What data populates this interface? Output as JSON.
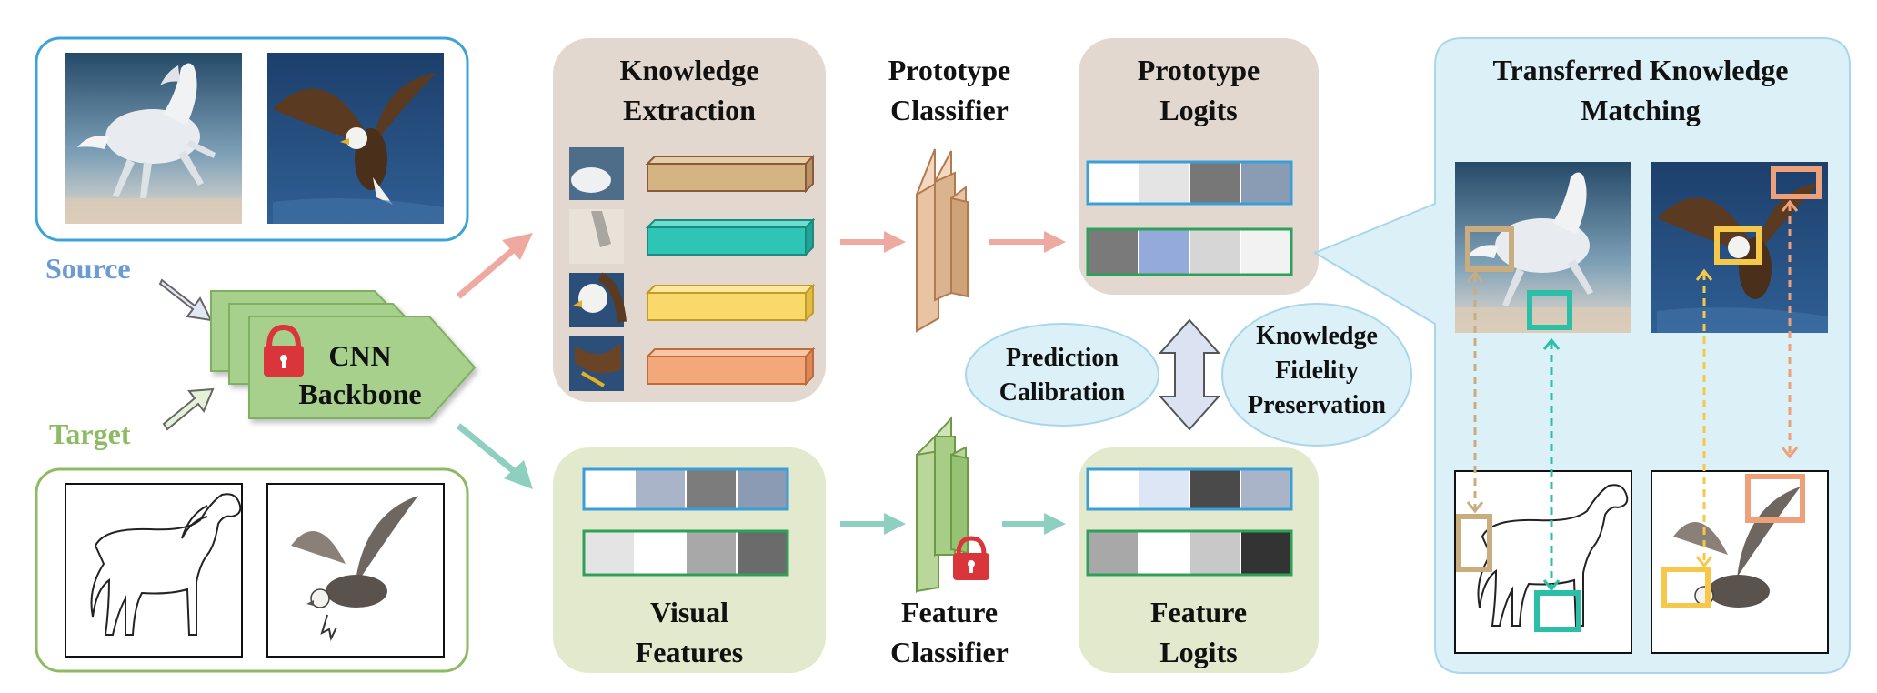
{
  "labels": {
    "source": "Source",
    "target": "Target",
    "backbone_line1": "CNN",
    "backbone_line2": "Backbone",
    "knowledge_extraction_line1": "Knowledge",
    "knowledge_extraction_line2": "Extraction",
    "prototype_classifier_line1": "Prototype",
    "prototype_classifier_line2": "Classifier",
    "prototype_logits_line1": "Prototype",
    "prototype_logits_line2": "Logits",
    "visual_features_line1": "Visual",
    "visual_features_line2": "Features",
    "feature_classifier_line1": "Feature",
    "feature_classifier_line2": "Classifier",
    "feature_logits_line1": "Feature",
    "feature_logits_line2": "Logits",
    "prediction_calibration_line1": "Prediction",
    "prediction_calibration_line2": "Calibration",
    "knowledge_fidelity_line1": "Knowledge",
    "knowledge_fidelity_line2": "Fidelity",
    "knowledge_fidelity_line3": "Preservation",
    "transferred_line1": "Transferred Knowledge",
    "transferred_line2": "Matching"
  },
  "colors": {
    "source_blue": "#6b9bd2",
    "target_green": "#8dbb63",
    "brown_panel": "#e2d8cf",
    "green_panel": "#e3e9cc",
    "light_blue_panel": "#dcf0f7",
    "backbone_green": "#a8d08d",
    "arrow_pink": "#eeaaa0",
    "arrow_teal": "#8fcfbf",
    "bar_tan": "#d4b483",
    "bar_teal": "#2fc5b4",
    "bar_yellow": "#f9d96a",
    "bar_orange": "#f2a878",
    "proto_border": "#3a9fd8",
    "feat_border": "#2fa05a",
    "box_tan": "#c9ad7f",
    "box_teal": "#2bbfa8",
    "box_yellow": "#f5c84a",
    "box_orange": "#eea07a"
  },
  "icons": {
    "lock_backbone": "lock-icon",
    "lock_classifier": "lock-icon",
    "bidirectional": "double-arrow-icon"
  },
  "logit_cells": {
    "prototype_row1": [
      "#ffffff",
      "#e4e4e4",
      "#777777",
      "#8a9bb4"
    ],
    "prototype_row2": [
      "#7a7a7a",
      "#94aadb",
      "#d6d6d6",
      "#f2f2f2"
    ],
    "visual_row1": [
      "#ffffff",
      "#a9b4c8",
      "#7c7c7c",
      "#8c9bb4"
    ],
    "visual_row2": [
      "#e4e4e4",
      "#ffffff",
      "#a8a8a8",
      "#6b6b6b"
    ],
    "feature_row1": [
      "#ffffff",
      "#dde6f5",
      "#4a4a4a",
      "#a9b4c8"
    ],
    "feature_row2": [
      "#a8a8a8",
      "#ffffff",
      "#c8c8c8",
      "#333333"
    ]
  }
}
